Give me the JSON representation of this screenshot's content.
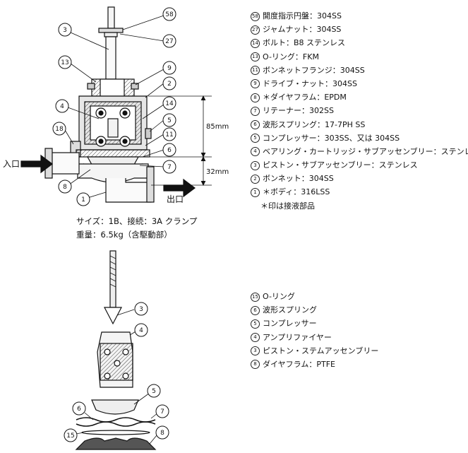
{
  "top_legend": [
    {
      "num": "58",
      "text": "開度指示円盤：304SS"
    },
    {
      "num": "27",
      "text": "ジャムナット：304SS"
    },
    {
      "num": "14",
      "text": "ボルト：B8 ステンレス"
    },
    {
      "num": "13",
      "text": "O-リング：FKM"
    },
    {
      "num": "11",
      "text": "ボンネットフランジ：304SS"
    },
    {
      "num": "9",
      "text": "ドライブ・ナット：304SS"
    },
    {
      "num": "8",
      "text": "＊ダイヤフラム：EPDM"
    },
    {
      "num": "7",
      "text": "リテーナー：302SS"
    },
    {
      "num": "6",
      "text": "波形スプリング：17-7PH SS"
    },
    {
      "num": "5",
      "text": "コンプレッサー：303SS、又は 304SS"
    },
    {
      "num": "4",
      "text": "ベアリング・カートリッジ・サブアッセンブリー：ステンレス"
    },
    {
      "num": "3",
      "text": "ピストン・サブアッセンブリー：ステンレス"
    },
    {
      "num": "2",
      "text": "ボンネット：304SS"
    },
    {
      "num": "1",
      "text": "＊ボディ：316LSS"
    }
  ],
  "top_note": "＊印は接液部品",
  "bottom_legend": [
    {
      "num": "15",
      "text": "O-リング"
    },
    {
      "num": "6",
      "text": "波形スプリング"
    },
    {
      "num": "5",
      "text": "コンプレッサー"
    },
    {
      "num": "4",
      "text": "アンプリファイヤー"
    },
    {
      "num": "3",
      "text": "ピストン・ステムアッセンブリー"
    },
    {
      "num": "8",
      "text": "ダイヤフラム：PTFE"
    }
  ],
  "caption": {
    "size_line": "サイズ：1B、接続：3A クランプ",
    "weight_line": "重量：6.5kg（含駆動部）"
  },
  "labels": {
    "inlet": "入口",
    "outlet": "出口",
    "dim_85": "85mm",
    "dim_32": "32mm"
  },
  "callouts_top": [
    "58",
    "3",
    "27",
    "13",
    "9",
    "2",
    "4",
    "14",
    "5",
    "18",
    "11",
    "6",
    "7",
    "8",
    "1"
  ],
  "callouts_bottom": [
    "3",
    "4",
    "5",
    "6",
    "7",
    "15",
    "8"
  ]
}
